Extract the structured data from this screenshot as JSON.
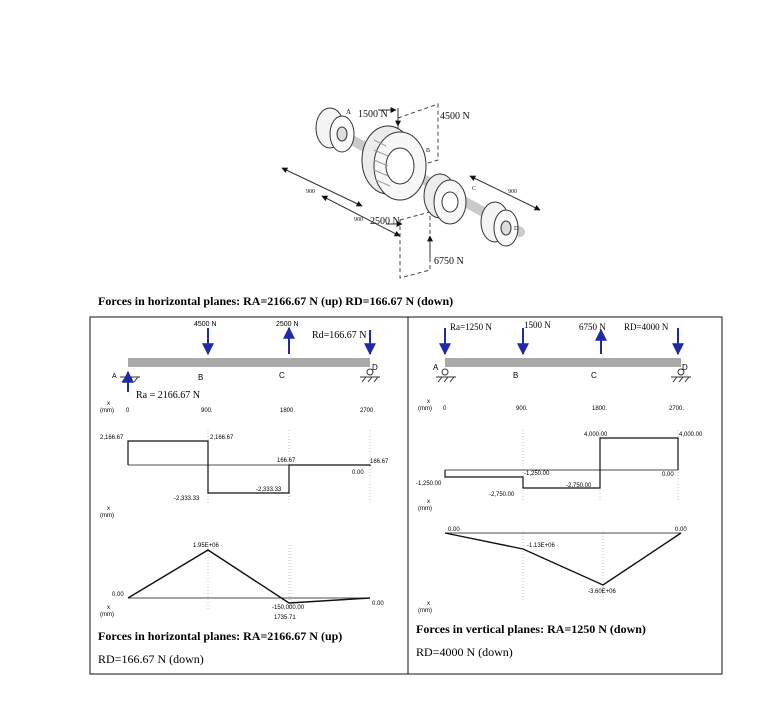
{
  "shaft_figure": {
    "point_labels": {
      "A": "A",
      "B": "B",
      "C": "C",
      "D": "D"
    },
    "forces": {
      "f1": "1500 N",
      "f2": "4500 N",
      "f3": "2500 N",
      "f4": "6750 N"
    },
    "dims": {
      "d1": "900",
      "d2": "900",
      "d3": "900"
    }
  },
  "captions": {
    "top": "Forces in horizontal planes: RA=2166.67 N (up)  RD=166.67 N (down)",
    "bottom_left_line1": "Forces in horizontal planes: RA=2166.67 N (up)",
    "bottom_left_line2": "RD=166.67 N (down)",
    "bottom_right_line1": "Forces in vertical planes: RA=1250 N (down)",
    "bottom_right_line2": "RD=4000 N (down)"
  },
  "left_panel": {
    "beam": {
      "loads": {
        "l1": "4500 N",
        "l2": "2500 N",
        "l3": "Rd=166.67 N",
        "ra": "Ra = 2166.67 N"
      },
      "points": {
        "A": "A",
        "B": "B",
        "C": "C",
        "D": "D"
      },
      "axis_label": "x",
      "axis_unit": "(mm)",
      "ticks": [
        "0",
        "900.",
        "1800.",
        "2700."
      ]
    },
    "shear": {
      "labels": {
        "v1": "2,166.67",
        "v2": "2,166.67",
        "v3": "-2,333.33",
        "v4": "-2,333.33",
        "v5": "166.67",
        "v6": "166.67",
        "v7": "0.00"
      },
      "axis_label": "x",
      "axis_unit": "(mm)"
    },
    "moment": {
      "labels": {
        "m1": "1.95E+06",
        "m2": "0.00",
        "m3": "-150,000.00",
        "m4": "1735.71",
        "m5": "0.00"
      },
      "axis_label": "x",
      "axis_unit": "(mm)"
    }
  },
  "right_panel": {
    "beam": {
      "loads": {
        "ra": "Ra=1250 N",
        "l1": "1500 N",
        "l2": "6750 N",
        "rd": "RD=4000 N"
      },
      "points": {
        "A": "A",
        "B": "B",
        "C": "C",
        "D": "D"
      },
      "axis_label": "x",
      "axis_unit": "(mm)",
      "ticks": [
        "0",
        "900.",
        "1800.",
        "2700."
      ]
    },
    "shear": {
      "labels": {
        "v1": "4,000.00",
        "v2": "4,000.00",
        "v3": "-1,250.00",
        "v4": "-1,250.00",
        "v5": "-2,750.00",
        "v6": "-2,750.00",
        "v7": "0.00"
      },
      "axis_label": "x",
      "axis_unit": "(mm)"
    },
    "moment": {
      "labels": {
        "m1": "0.00",
        "m2": "-1.13E+06",
        "m3": "-3.60E+06",
        "m4": "0.00"
      },
      "axis_label": "x",
      "axis_unit": "(mm)"
    }
  },
  "colors": {
    "arrow": "#1f2aa8",
    "beam": "#a9a9a9",
    "line": "#111111"
  }
}
